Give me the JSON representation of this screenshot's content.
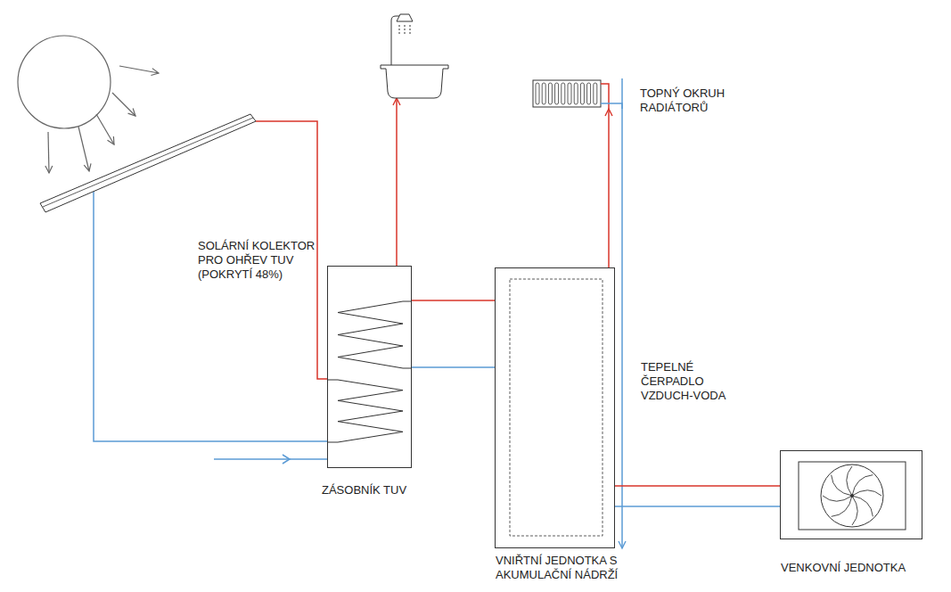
{
  "diagram": {
    "nodes": [
      {
        "text": [
          "SOLÁRNÍ KOLEKTOR PRO OHŘEV TUV (POKRYTÍ 48%)"
        ]
      },
      {
        "text": []
      },
      {
        "text": [
          "TOPNÝ OKRUH RADIÁTORŮ"
        ]
      },
      {
        "text": [
          "ZÁSOBNÍK TUV"
        ]
      },
      {
        "text": [
          "TEPELNÉ ČERPADLO VZDUCH-VODA",
          "VNIŘTNÍ JEDNOTKA S AKUMULAČNÍ NÁDRŽÍ"
        ]
      },
      {
        "text": [
          "VENKOVNÍ JEDNOTKA"
        ]
      }
    ],
    "edges": [
      {
        "from": 0,
        "to": 3,
        "arrow": "none"
      },
      {
        "from": 3,
        "to": 0,
        "arrow": "none"
      },
      {
        "from": 3,
        "to": 1,
        "arrow": "to"
      },
      {
        "from": 4,
        "to": 3,
        "arrow": "none"
      },
      {
        "from": 3,
        "to": 4,
        "arrow": "none"
      },
      {
        "from": 4,
        "to": 2,
        "arrow": "to"
      },
      {
        "from": 2,
        "to": 4,
        "arrow": "to"
      },
      {
        "from": 4,
        "to": 5,
        "arrow": "none"
      },
      {
        "from": 5,
        "to": 4,
        "arrow": "none"
      }
    ]
  }
}
